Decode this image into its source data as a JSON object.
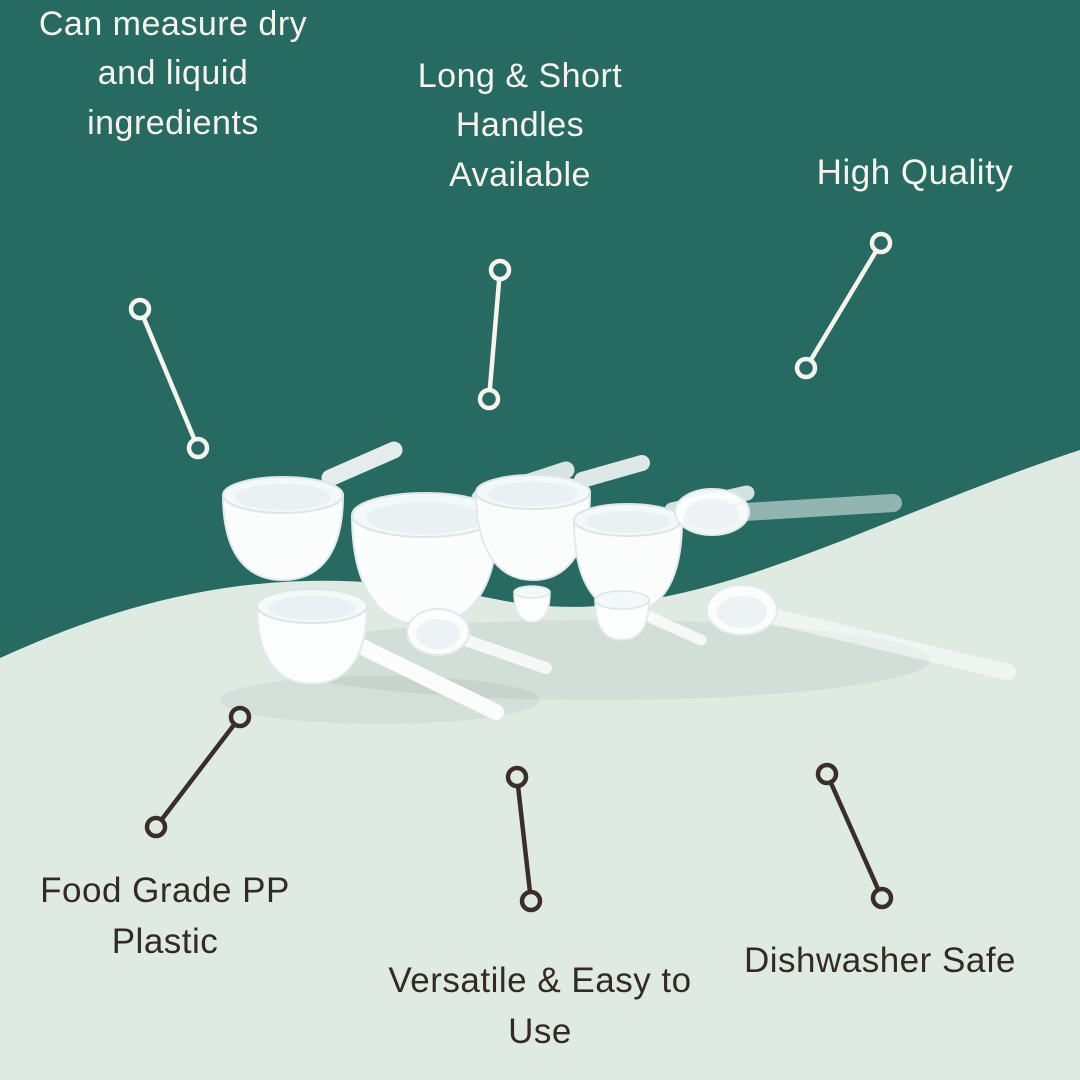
{
  "colors": {
    "teal": "#276a62",
    "mint": "#dfeae3",
    "light_text": "#f7f4ed",
    "dark_text": "#332a26"
  },
  "callouts": {
    "measure": {
      "label": "Can measure dry\nand liquid\ningredients"
    },
    "handles": {
      "label": "Long & Short\nHandles\nAvailable"
    },
    "quality": {
      "label": "High Quality"
    },
    "food_grade": {
      "label": "Food Grade PP\nPlastic"
    },
    "versatile": {
      "label": "Versatile & Easy to\nUse"
    },
    "dishwasher": {
      "label": "Dishwasher Safe"
    }
  },
  "product_image": "measuring-scoops"
}
